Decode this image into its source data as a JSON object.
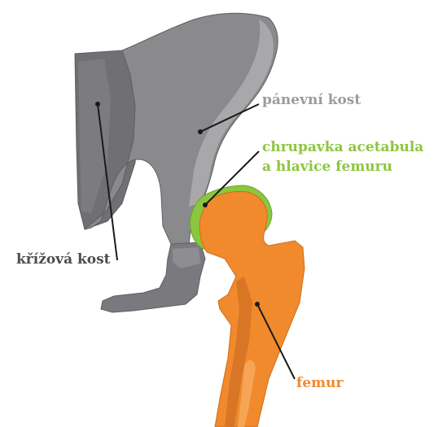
{
  "labels": {
    "pelvic_bone": "pánevní kost",
    "cartilage_line1": "chrupavka acetabula",
    "cartilage_line2": "a hlavice femuru",
    "sacrum": "křížová kost",
    "femur": "femur"
  },
  "colors": {
    "bone_gray": "#8a8a8d",
    "bone_gray_dark": "#6c6c70",
    "bone_gray_light": "#a8a8ab",
    "pelvic_label": "#9b9b9b",
    "cartilage_green": "#8cc63f",
    "cartilage_label": "#8dc63f",
    "femur_orange": "#f08a2c",
    "femur_dark": "#c8661a",
    "sacrum_label": "#4d4d4d",
    "femur_label": "#f08a2c",
    "leader_line": "#1a1a1a"
  }
}
